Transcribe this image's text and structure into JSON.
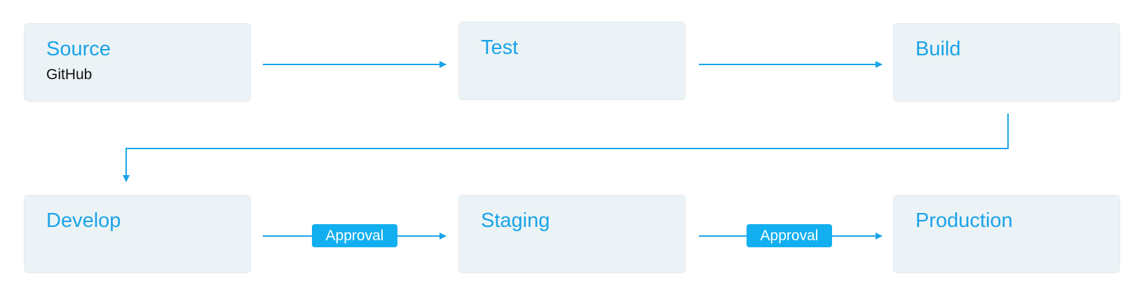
{
  "stages": {
    "source": {
      "title": "Source",
      "subtitle": "GitHub"
    },
    "test": {
      "title": "Test"
    },
    "build": {
      "title": "Build"
    },
    "develop": {
      "title": "Develop"
    },
    "staging": {
      "title": "Staging"
    },
    "production": {
      "title": "Production"
    }
  },
  "gates": {
    "develop_to_staging": {
      "label": "Approval"
    },
    "staging_to_production": {
      "label": "Approval"
    }
  },
  "colors": {
    "accent": "#1aa3e8",
    "badge": "#12aff0",
    "box_fill": "#ecf3f6",
    "subtitle_text": "#111111"
  }
}
